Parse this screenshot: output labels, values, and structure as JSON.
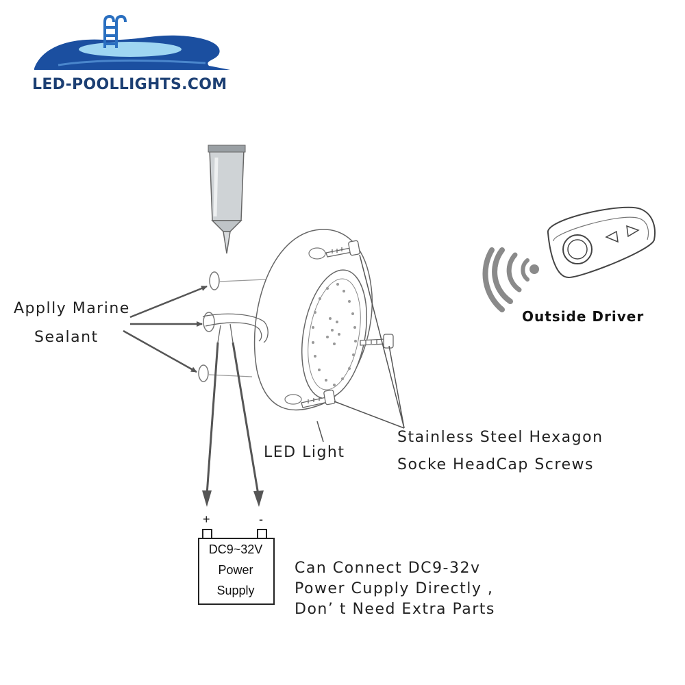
{
  "logo": {
    "text": "LED-POOLLIGHTS.COM"
  },
  "labels": {
    "sealant_line1": "Applly Marine",
    "sealant_line2": "Sealant",
    "led_light": "LED  Light",
    "screws_line1": "Stainless Steel Hexagon",
    "screws_line2": "Socke HeadCap Screws",
    "outside_driver": "Outside Driver",
    "note_line1": "Can Connect DC9-32v",
    "note_line2": "Power Cupply Directly ,",
    "note_line3": "Don’ t Need  Extra  Parts"
  },
  "power_supply": {
    "line1": "DC9~32V",
    "line2": "Power",
    "line3": "Supply",
    "plus": "+",
    "minus": "-"
  },
  "colors": {
    "pool_dark": "#1b4fa0",
    "pool_light": "#9fd6f2",
    "logo_text": "#1c3f73",
    "arrow": "#555555",
    "signal": "#8a8a8a"
  }
}
